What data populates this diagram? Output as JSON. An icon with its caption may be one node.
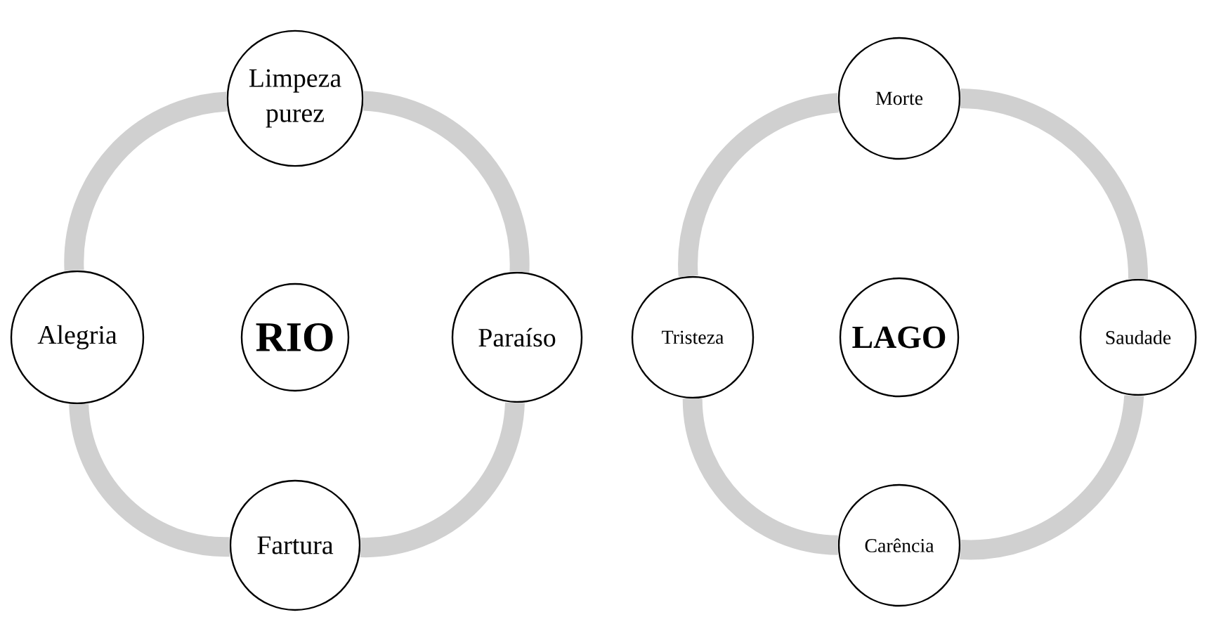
{
  "diagram": {
    "nodes": [
      {
        "text": [
          "Limpeza purez"
        ]
      },
      {
        "text": [
          "Alegria"
        ]
      },
      {
        "text": [
          "**RIO**"
        ]
      },
      {
        "text": [
          "Paraíso"
        ]
      },
      {
        "text": [
          "Fartura"
        ]
      },
      {
        "text": [
          "Morte"
        ]
      },
      {
        "text": [
          "Tristeza"
        ]
      },
      {
        "text": [
          "**LAGO**"
        ]
      },
      {
        "text": [
          "Saudade"
        ]
      },
      {
        "text": [
          "Carência"
        ]
      }
    ],
    "edges": [
      {
        "from": 0,
        "to": 3,
        "arrow": "none"
      },
      {
        "from": 3,
        "to": 4,
        "arrow": "none"
      },
      {
        "from": 4,
        "to": 1,
        "arrow": "none"
      },
      {
        "from": 1,
        "to": 0,
        "arrow": "none"
      },
      {
        "from": 5,
        "to": 8,
        "arrow": "none"
      },
      {
        "from": 8,
        "to": 9,
        "arrow": "none"
      },
      {
        "from": 9,
        "to": 6,
        "arrow": "none"
      },
      {
        "from": 6,
        "to": 5,
        "arrow": "none"
      }
    ]
  }
}
